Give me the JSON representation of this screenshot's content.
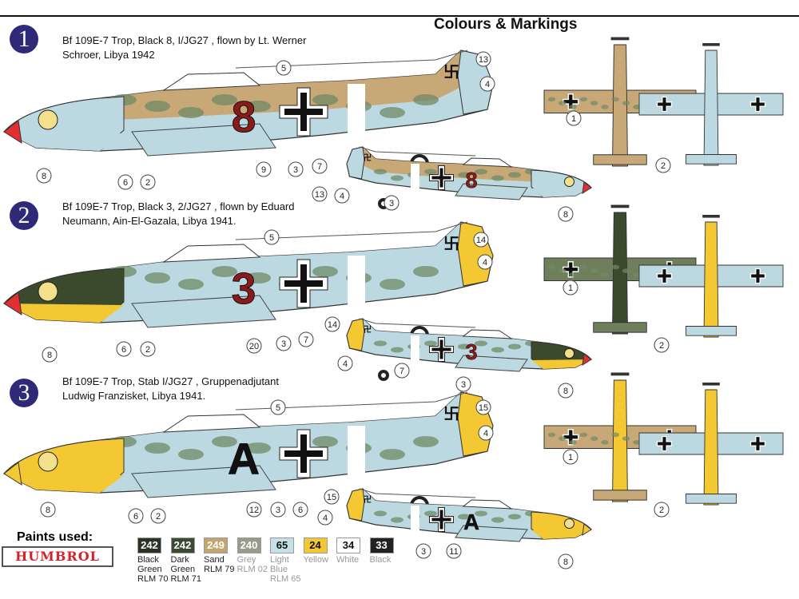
{
  "title": "Colours & Markings",
  "schemes": [
    {
      "number": "1",
      "line1": "Bf 109E-7 Trop, Black 8, I/JG27 , flown by Lt. Werner",
      "line2": "Schroer, Libya 1942",
      "code": "8"
    },
    {
      "number": "2",
      "line1": "Bf 109E-7 Trop, Black 3, 2/JG27 , flown by  Eduard",
      "line2": "Neumann, Ain-El-Gazala, Libya 1941.",
      "code": "3"
    },
    {
      "number": "3",
      "line1": "Bf 109E-7 Trop, Stab I/JG27 , Gruppenadjutant",
      "line2": "Ludwig Franzisket, Libya 1941.",
      "code": "A"
    }
  ],
  "callouts": [
    "5",
    "13",
    "4",
    "8",
    "6",
    "2",
    "9",
    "3",
    "7",
    "13",
    "4",
    "3",
    "8",
    "1",
    "2",
    "5",
    "14",
    "4",
    "8",
    "6",
    "2",
    "20",
    "3",
    "7",
    "14",
    "4",
    "7",
    "3",
    "8",
    "1",
    "2",
    "5",
    "15",
    "4",
    "8",
    "6",
    "2",
    "12",
    "3",
    "6",
    "15",
    "4",
    "3",
    "11",
    "8",
    "1",
    "2"
  ],
  "paints": {
    "title": "Paints used:",
    "brand": "HUMBROL",
    "items": [
      {
        "code": "242",
        "name": "Black Green RLM 70",
        "color": "#2b3325"
      },
      {
        "code": "242",
        "name": "Dark Green RLM 71",
        "color": "#3d4a33"
      },
      {
        "code": "249",
        "name": "Sand RLM 79",
        "color": "#c2a570"
      },
      {
        "code": "240",
        "name": "Grey RLM 02",
        "color": "#9a9a8a"
      },
      {
        "code": "65",
        "name": "Light Blue RLM 65",
        "color": "#c5e0e6"
      },
      {
        "code": "24",
        "name": "Yellow",
        "color": "#f3c833"
      },
      {
        "code": "34",
        "name": "White",
        "color": "#ffffff"
      },
      {
        "code": "33",
        "name": "Black",
        "color": "#222222"
      }
    ]
  }
}
